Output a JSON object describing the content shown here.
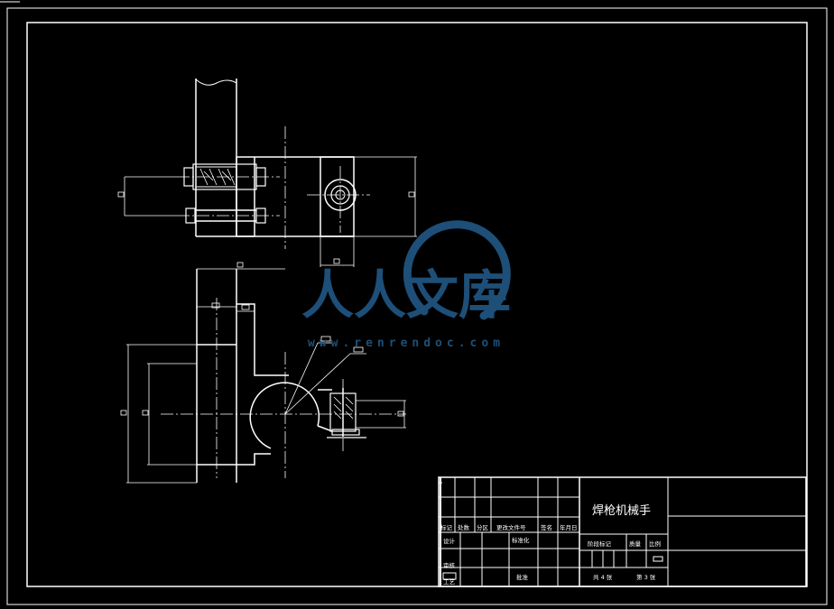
{
  "title_block": {
    "title": "焊枪机械手",
    "row_headers": [
      "标记",
      "处数",
      "分区",
      "更改文件号",
      "签名",
      "年月日"
    ],
    "design": "设计",
    "standardize": "标准化",
    "stage_mark": "阶段标记",
    "weight": "质量",
    "scale": "比例",
    "review": "审核",
    "process": "工艺",
    "approve": "批准",
    "sheets_total": "共 4 张",
    "sheet_no": "第 3 张"
  },
  "watermark": {
    "brand": "人人文库",
    "url": "www.renrendoc.com"
  },
  "colors": {
    "background": "#000000",
    "line": "#ffffff",
    "watermark": "#1d4f78"
  }
}
